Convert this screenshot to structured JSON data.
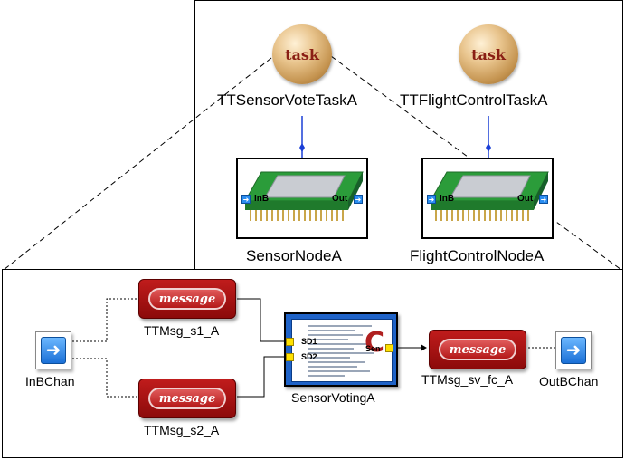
{
  "tasks": [
    {
      "icon_text": "task",
      "label": "TTSensorVoteTaskA"
    },
    {
      "icon_text": "task",
      "label": "TTFlightControlTaskA"
    }
  ],
  "nodes": [
    {
      "label": "SensorNodeA",
      "in_port": "InB",
      "out_port": "Out"
    },
    {
      "label": "FlightControlNodeA",
      "in_port": "InB",
      "out_port": "Out"
    }
  ],
  "channels": {
    "input": {
      "label": "InBChan"
    },
    "output": {
      "label": "OutBChan"
    }
  },
  "messages": [
    {
      "icon_text": "message",
      "label": "TTMsg_s1_A"
    },
    {
      "icon_text": "message",
      "label": "TTMsg_s2_A"
    },
    {
      "icon_text": "message",
      "label": "TTMsg_sv_fc_A"
    }
  ],
  "voting_block": {
    "label": "SensorVotingA",
    "port_in_1": "SD1",
    "port_in_2": "SD2",
    "port_out": "Sen",
    "glyph": "C"
  },
  "colors": {
    "task_text": "#8a1e14",
    "message_red": "#b41818",
    "voting_blue": "#1f63c8",
    "port_blue": "#2a8df0",
    "connector_blue": "#1a3fd6"
  }
}
